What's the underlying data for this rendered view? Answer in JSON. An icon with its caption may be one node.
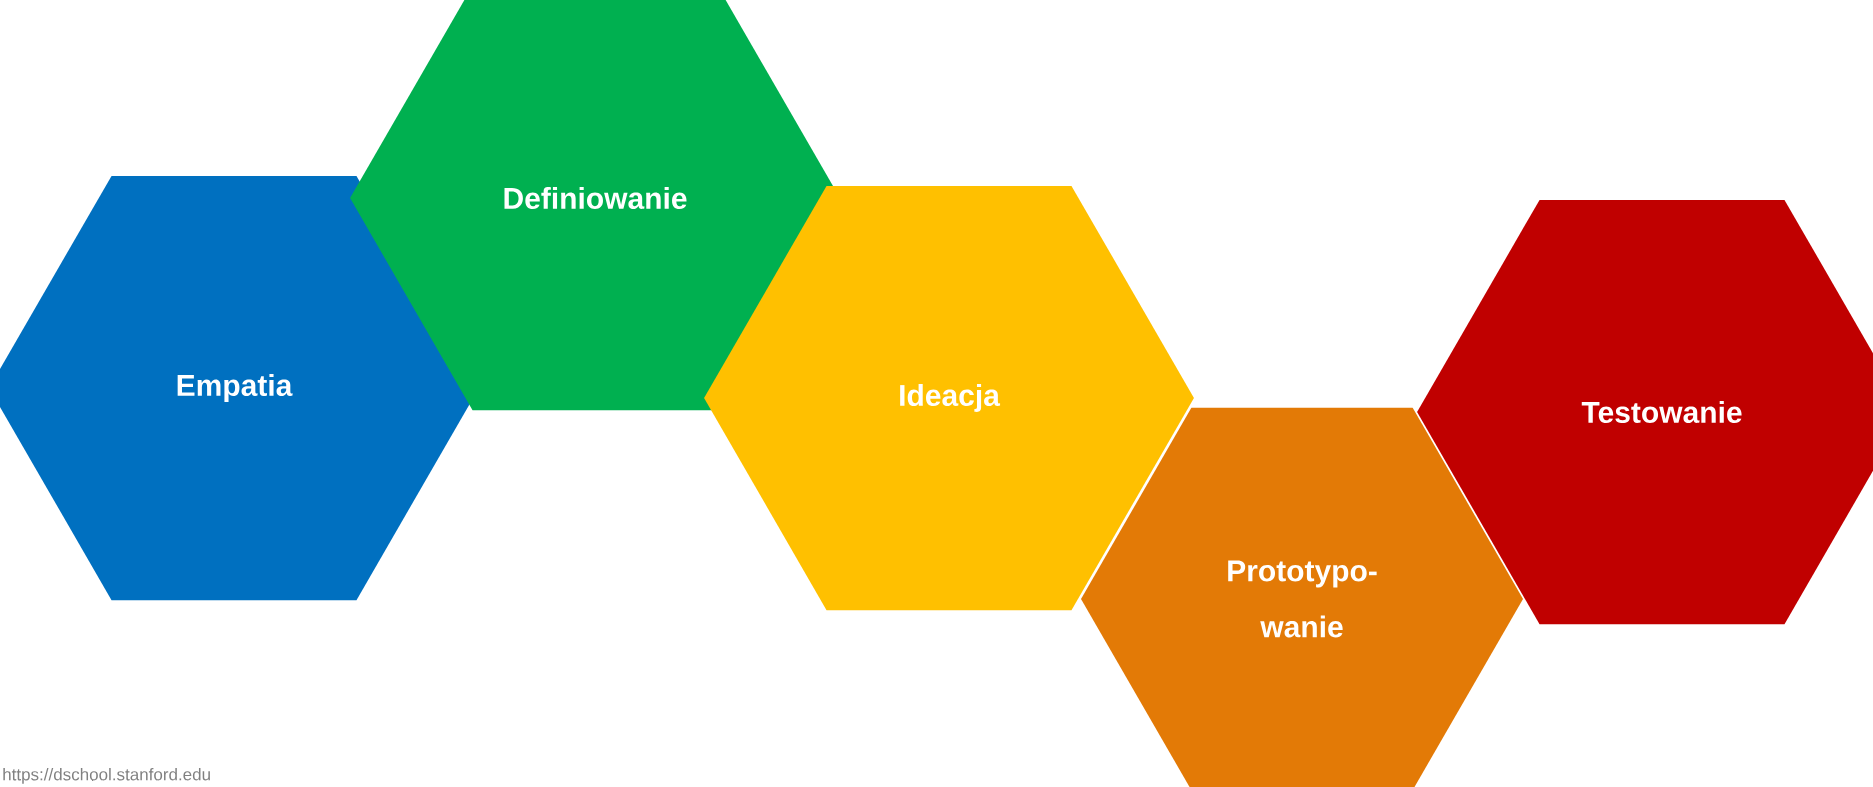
{
  "diagram": {
    "nodes": [
      {
        "text": [
          "Empatia"
        ]
      },
      {
        "text": [
          "Definiowanie"
        ]
      },
      {
        "text": [
          "Ideacja"
        ]
      },
      {
        "text": [
          "Prototypo- wanie"
        ]
      },
      {
        "text": [
          "Testowanie"
        ]
      }
    ],
    "labels": [
      "https://dschool.stanford.edu"
    ]
  }
}
